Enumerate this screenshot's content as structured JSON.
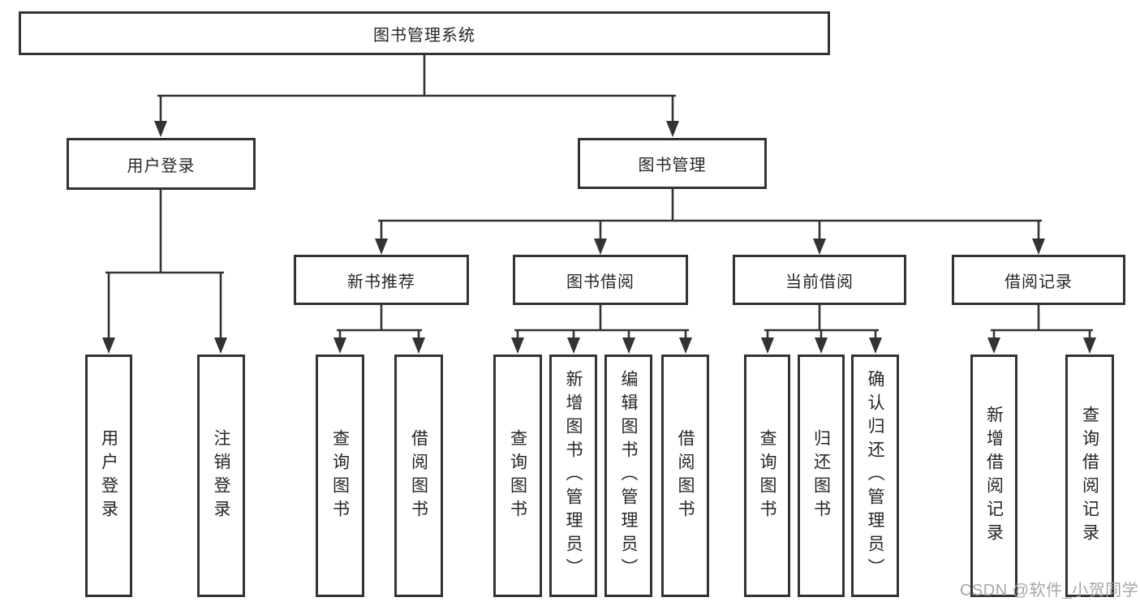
{
  "diagram": {
    "watermark": "CSDN @软件_小贺同学",
    "colors": {
      "background": "#ffffff",
      "line": "#333333",
      "box_border": "#333333",
      "text": "#262626",
      "watermark": "#9e9e9e"
    },
    "tree": {
      "label": "图书管理系统",
      "children": [
        {
          "label": "用户登录",
          "children": [
            {
              "label": "用户登录"
            },
            {
              "label": "注销登录"
            }
          ]
        },
        {
          "label": "图书管理",
          "children": [
            {
              "label": "新书推荐",
              "children": [
                {
                  "label": "查询图书"
                },
                {
                  "label": "借阅图书"
                }
              ]
            },
            {
              "label": "图书借阅",
              "children": [
                {
                  "label": "查询图书"
                },
                {
                  "label": "新增图书（管理员）"
                },
                {
                  "label": "编辑图书（管理员）"
                },
                {
                  "label": "借阅图书"
                }
              ]
            },
            {
              "label": "当前借阅",
              "children": [
                {
                  "label": "查询图书"
                },
                {
                  "label": "归还图书"
                },
                {
                  "label": "确认归还（管理员）"
                }
              ]
            },
            {
              "label": "借阅记录",
              "children": [
                {
                  "label": "新增借阅记录"
                },
                {
                  "label": "查询借阅记录"
                }
              ]
            }
          ]
        }
      ]
    }
  }
}
